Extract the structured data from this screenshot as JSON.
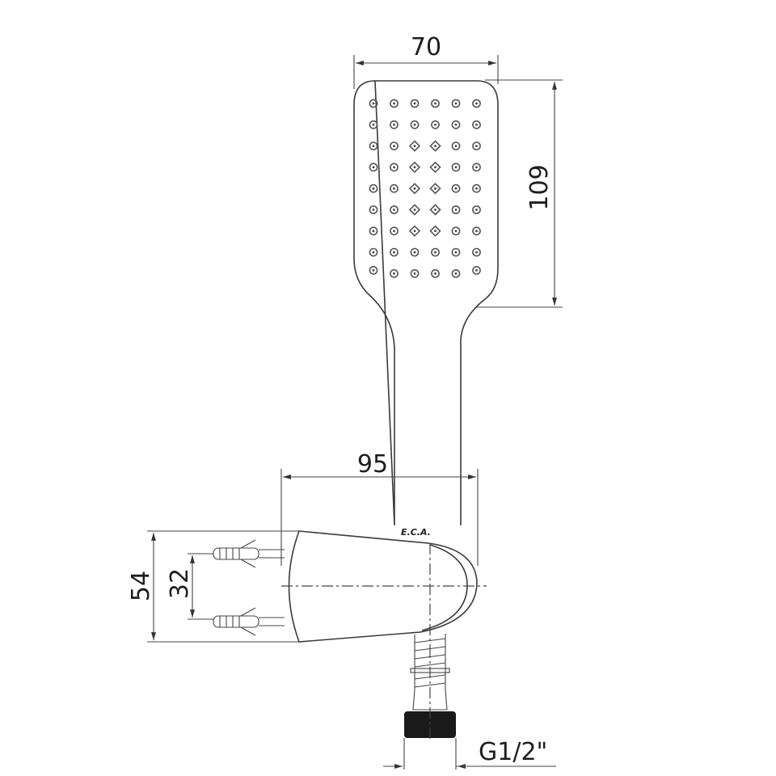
{
  "drawing": {
    "title": "Hand shower with wall bracket - technical drawing",
    "units": "mm",
    "logo_text": "E.C.A.",
    "dimensions": {
      "head_width": "70",
      "head_length": "109",
      "bracket_depth": "95",
      "bracket_height": "54",
      "anchor_spacing": "32",
      "thread": "G1/2\""
    },
    "nozzle_grid": {
      "rows": 9,
      "cols": 6,
      "diamond_nozzles": [
        [
          2,
          2
        ],
        [
          2,
          3
        ],
        [
          3,
          2
        ],
        [
          3,
          3
        ],
        [
          4,
          2
        ],
        [
          4,
          3
        ],
        [
          5,
          2
        ],
        [
          5,
          3
        ],
        [
          6,
          2
        ],
        [
          6,
          3
        ]
      ]
    }
  }
}
